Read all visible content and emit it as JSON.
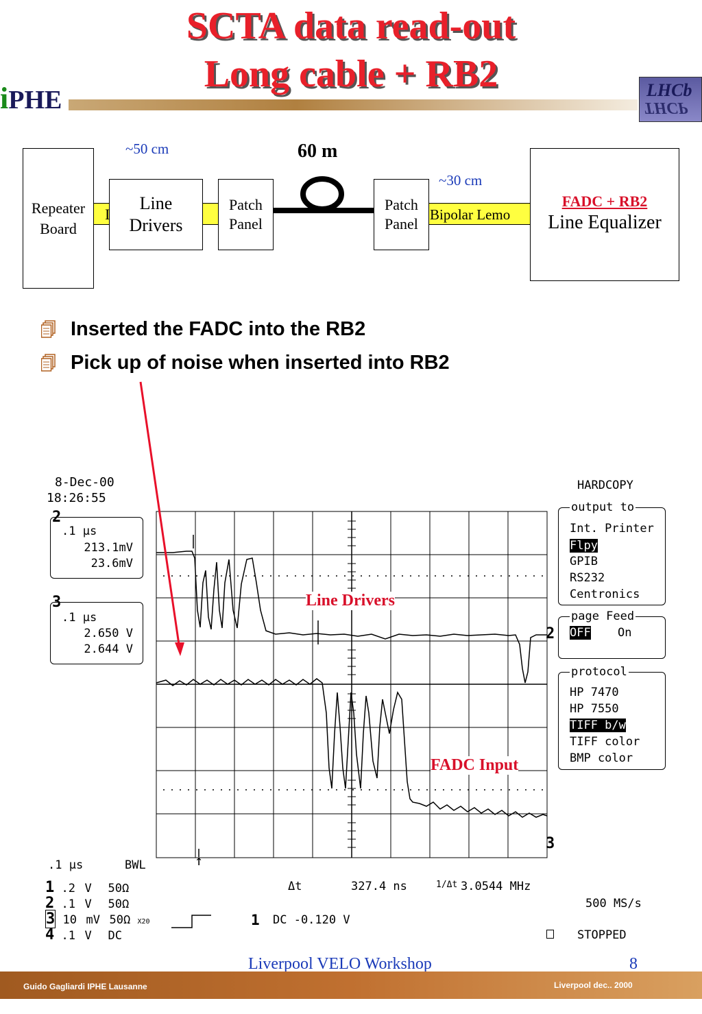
{
  "slide": {
    "title_line1": "SCTA data read-out",
    "title_line2": "Long cable + RB2",
    "logo_left_i": "i",
    "logo_left_rest": "PHE",
    "logo_right_top": "LHCb",
    "logo_right_bottom": "THCP"
  },
  "diagram": {
    "label_50cm": "~50 cm",
    "label_60m": "60 m",
    "label_30cm": "~30 cm",
    "repeater_line1": "Repeater",
    "repeater_line2": "Board",
    "cable_left_fragment": "I",
    "line_drivers_line1": "Line",
    "line_drivers_line2": "Drivers",
    "patch1_line1": "Patch",
    "patch1_line2": "Panel",
    "patch2_line1": "Patch",
    "patch2_line2": "Panel",
    "bipolar_lemo": "Bipolar Lemo",
    "fadc_title": "FADC + RB2",
    "fadc_sub": "Line Equalizer"
  },
  "bullets": [
    "Inserted the FADC into the RB2",
    "Pick up of noise when inserted into RB2"
  ],
  "scope": {
    "date": "8-Dec-00",
    "time": "18:26:55",
    "ch2_marker": "2",
    "ch2_timebase": ".1 μs",
    "ch2_v1": "213.1mV",
    "ch2_v2": "23.6mV",
    "ch3_marker": "3",
    "ch3_timebase": ".1 μs",
    "ch3_v1": "2.650 V",
    "ch3_v2": "2.644 V",
    "trace_label_2": "2",
    "trace_label_3": "3",
    "annotation_top": "Line Drivers",
    "annotation_bottom": "FADC Input",
    "bottom_timebase": ".1 μs",
    "bottom_bwl": "BWL",
    "channels": [
      {
        "num": "1",
        "volts": ".2",
        "unit": "V",
        "imp": "50Ω"
      },
      {
        "num": "2",
        "volts": ".1",
        "unit": "V",
        "imp": "50Ω"
      },
      {
        "num": "3",
        "volts": "10",
        "unit": "mV",
        "imp": "50Ω"
      },
      {
        "num": "4",
        "volts": ".1",
        "unit": "V",
        "imp": "DC"
      }
    ],
    "ch3_extra": "X20",
    "delta_t_label": "Δt",
    "delta_t_value": "327.4 ns",
    "freq_label": "1/Δt",
    "freq_value": "3.0544 MHz",
    "trigger_ch": "1",
    "trigger_value": "DC -0.120 V",
    "sample_rate": "500 MS/s",
    "status": "STOPPED",
    "menu_title": "HARDCOPY",
    "output_to_title": "output to",
    "output_options": [
      "Int. Printer",
      "Flpy",
      "GPIB",
      "RS232",
      "Centronics"
    ],
    "output_selected": "Flpy",
    "page_feed_title": "page Feed",
    "page_feed_options": [
      "OFF",
      "On"
    ],
    "page_feed_selected": "OFF",
    "protocol_title": "protocol",
    "protocol_options": [
      "HP 7470",
      "HP 7550",
      "TIFF b/w",
      "TIFF color",
      "BMP color"
    ],
    "protocol_selected": "TIFF b/w"
  },
  "footer": {
    "center": "Liverpool VELO Workshop",
    "page_number": "8",
    "left": "Guido Gagliardi IPHE Lausanne",
    "right": "Liverpool dec.. 2000"
  },
  "colors": {
    "title_red": "#e8202a",
    "annotation_red": "#d8102a",
    "cable_yellow": "#ffff40",
    "link_blue": "#1a3ab8",
    "footer_brown": "#b06828"
  }
}
